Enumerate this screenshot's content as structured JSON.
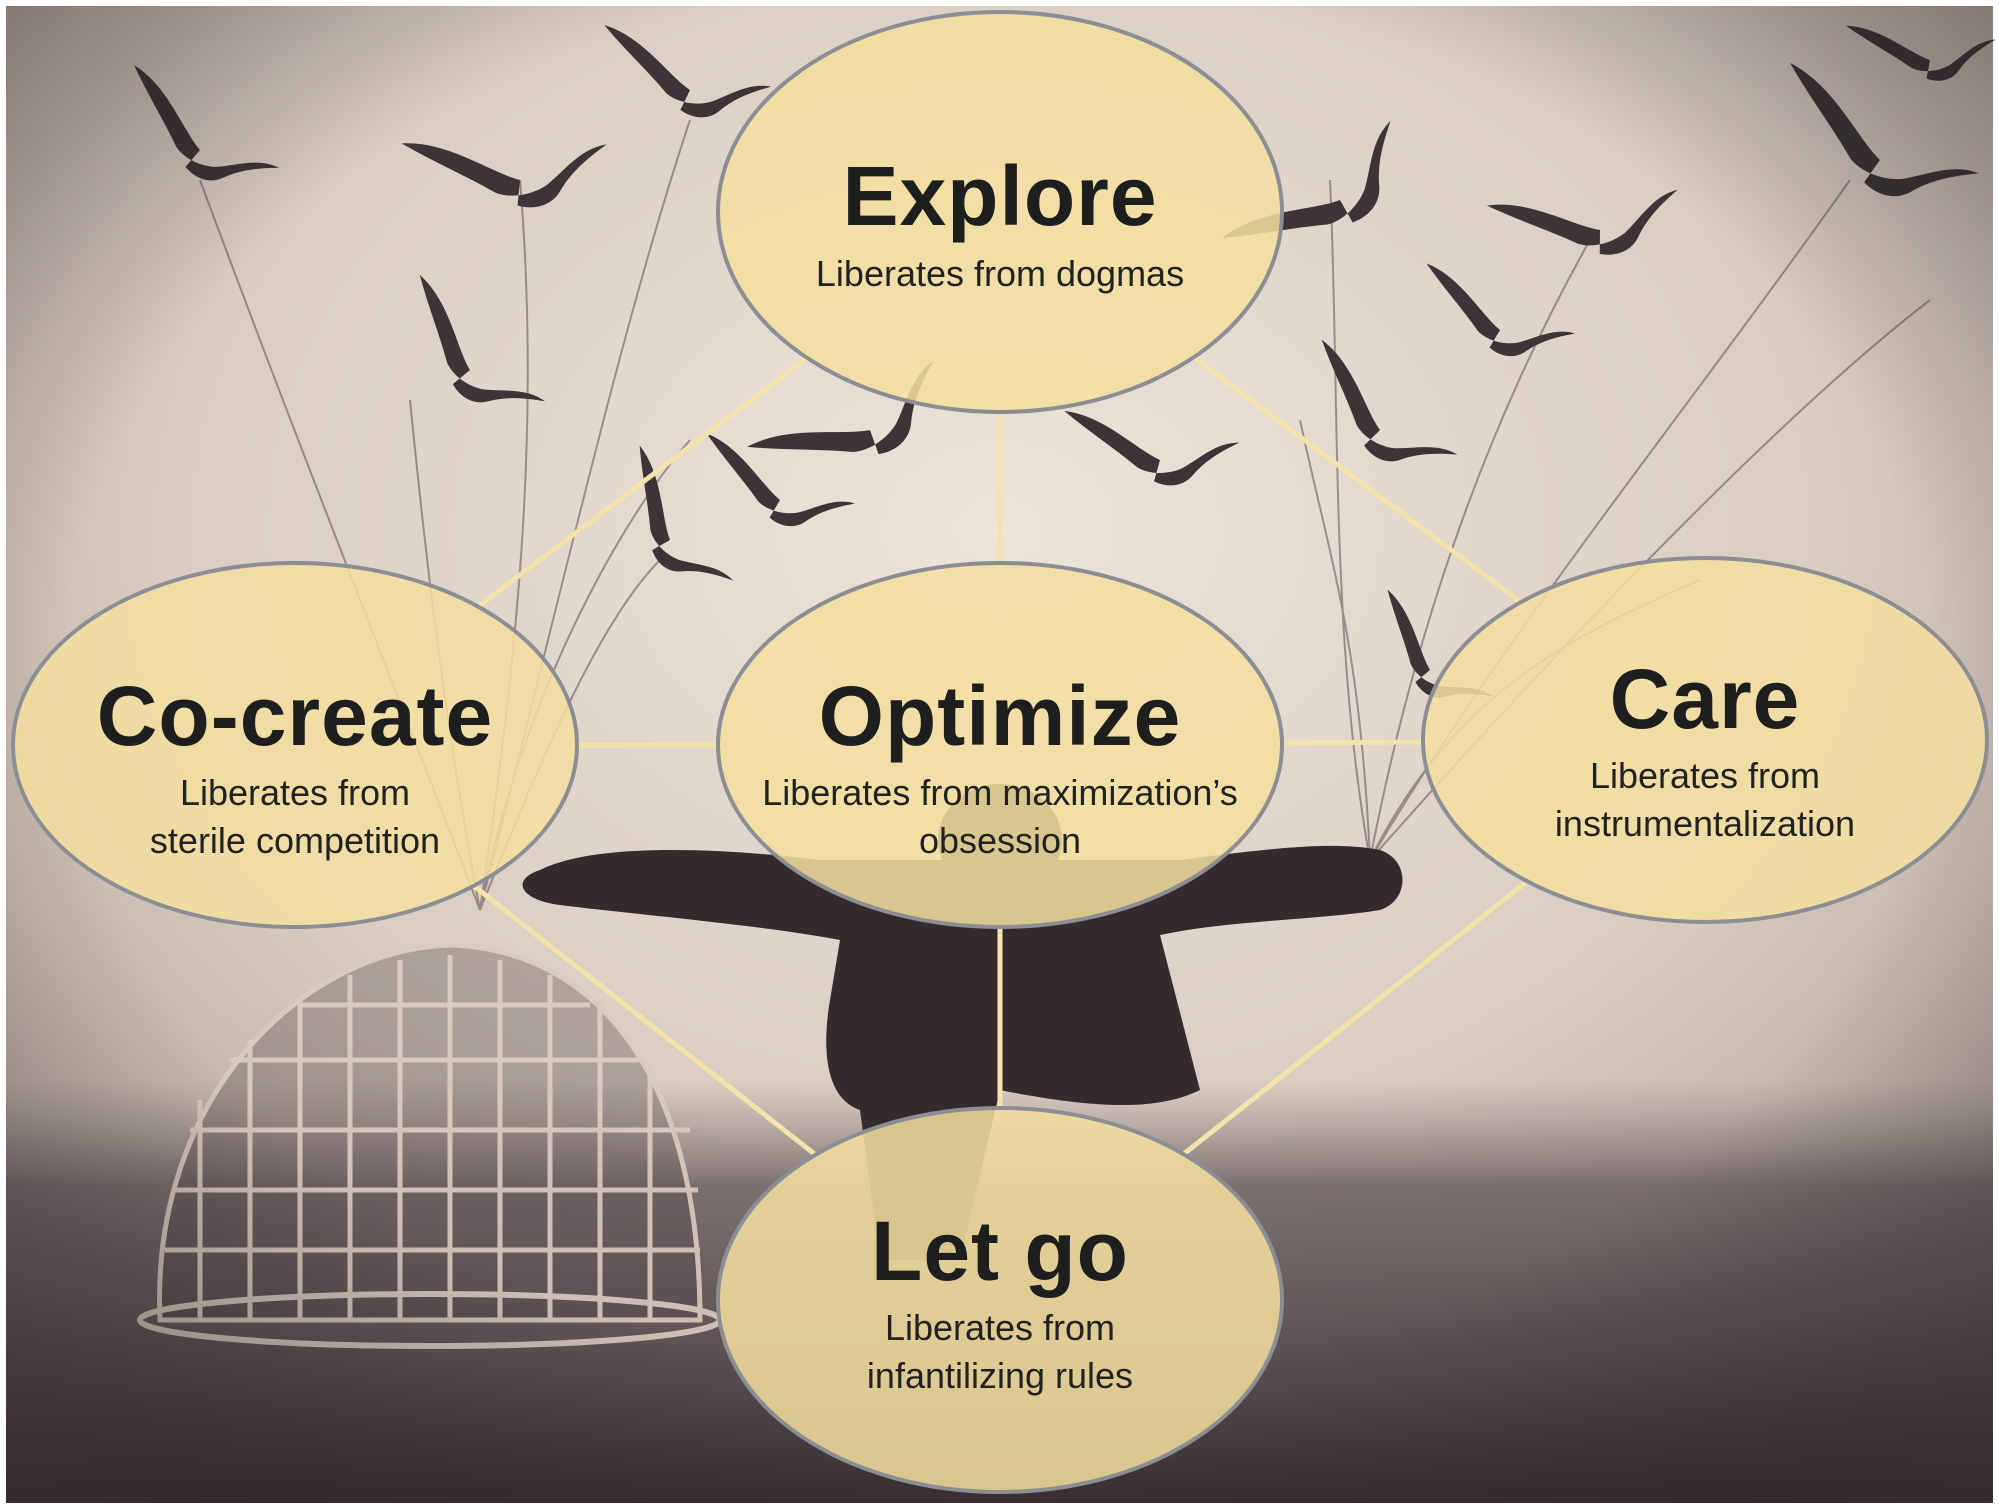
{
  "colors": {
    "node_fill": "#f3dfa0",
    "node_stroke": "#8c8e93",
    "connector": "#f3e4ab",
    "sky_light": "#e3d9ce",
    "ground_dark": "#4f4447"
  },
  "diagram": {
    "nodes": [
      {
        "id": "explore",
        "title": "Explore",
        "subtitle": "Liberates from dogmas"
      },
      {
        "id": "co-create",
        "title": "Co-create",
        "subtitle": "Liberates from\nsterile competition"
      },
      {
        "id": "optimize",
        "title": "Optimize",
        "subtitle": "Liberates from maximization’s\nobsession"
      },
      {
        "id": "care",
        "title": "Care",
        "subtitle": "Liberates from\ninstrumentalization"
      },
      {
        "id": "let-go",
        "title": "Let go",
        "subtitle": "Liberates from\ninfantilizing rules"
      }
    ],
    "edges": [
      [
        "explore",
        "co-create"
      ],
      [
        "explore",
        "optimize"
      ],
      [
        "explore",
        "care"
      ],
      [
        "co-create",
        "optimize"
      ],
      [
        "optimize",
        "care"
      ],
      [
        "co-create",
        "let-go"
      ],
      [
        "optimize",
        "let-go"
      ],
      [
        "care",
        "let-go"
      ]
    ]
  }
}
